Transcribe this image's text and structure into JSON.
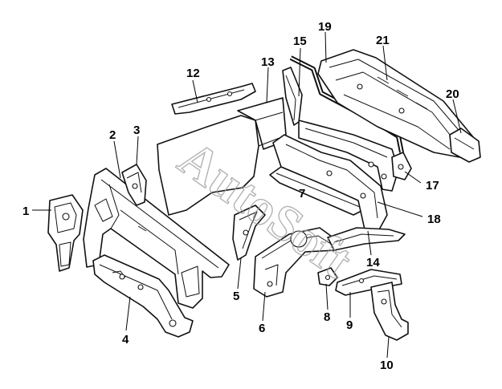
{
  "diagram": {
    "callouts": [
      {
        "id": "c1",
        "label": "1"
      },
      {
        "id": "c2",
        "label": "2"
      },
      {
        "id": "c3",
        "label": "3"
      },
      {
        "id": "c4",
        "label": "4"
      },
      {
        "id": "c5",
        "label": "5"
      },
      {
        "id": "c6",
        "label": "6"
      },
      {
        "id": "c7",
        "label": "7"
      },
      {
        "id": "c8",
        "label": "8"
      },
      {
        "id": "c9",
        "label": "9"
      },
      {
        "id": "c10",
        "label": "10"
      },
      {
        "id": "c12",
        "label": "12"
      },
      {
        "id": "c13",
        "label": "13"
      },
      {
        "id": "c14",
        "label": "14"
      },
      {
        "id": "c15",
        "label": "15"
      },
      {
        "id": "c17",
        "label": "17"
      },
      {
        "id": "c18",
        "label": "18"
      },
      {
        "id": "c19",
        "label": "19"
      },
      {
        "id": "c20",
        "label": "20"
      },
      {
        "id": "c21",
        "label": "21"
      }
    ],
    "watermark": "AutoSoft"
  }
}
